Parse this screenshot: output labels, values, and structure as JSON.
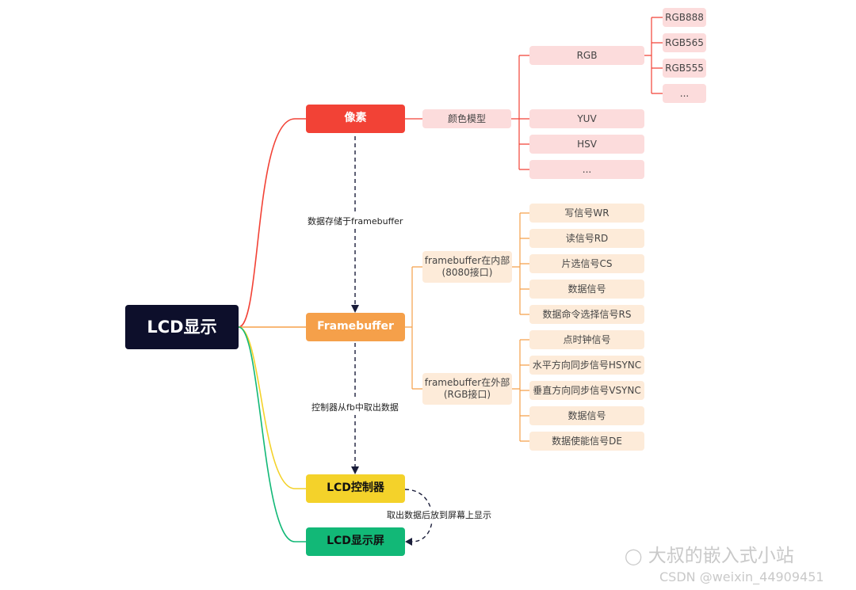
{
  "root": "LCD显示",
  "pixel": {
    "title": "像素",
    "color_model": "颜色模型",
    "rgb": "RGB",
    "rgb_formats": [
      "RGB888",
      "RGB565",
      "RGB555",
      "..."
    ],
    "yuv": "YUV",
    "hsv": "HSV",
    "more": "..."
  },
  "framebuffer": {
    "title": "Framebuffer",
    "internal": {
      "label": "framebuffer在内部\n(8080接口)",
      "signals": [
        "写信号WR",
        "读信号RD",
        "片选信号CS",
        "数据信号",
        "数据命令选择信号RS"
      ]
    },
    "external": {
      "label": "framebuffer在外部\n(RGB接口)",
      "signals": [
        "点时钟信号",
        "水平方向同步信号HSYNC",
        "垂直方向同步信号VSYNC",
        "数据信号",
        "数据使能信号DE"
      ]
    }
  },
  "controller": {
    "title": "LCD控制器"
  },
  "screen": {
    "title": "LCD显示屏"
  },
  "flow_labels": {
    "pixel_to_fb": "数据存储于framebuffer",
    "fb_to_controller": "控制器从fb中取出数据",
    "controller_to_screen": "取出数据后放到屏幕上显示"
  },
  "watermark": {
    "account": "大叔的嵌入式小站",
    "csdn": "CSDN @weixin_44909451"
  },
  "colors": {
    "pixel": "#f24236",
    "framebuffer": "#f5a04a",
    "controller": "#f4d22a",
    "screen": "#12b877",
    "root": "#0d0f2b"
  }
}
